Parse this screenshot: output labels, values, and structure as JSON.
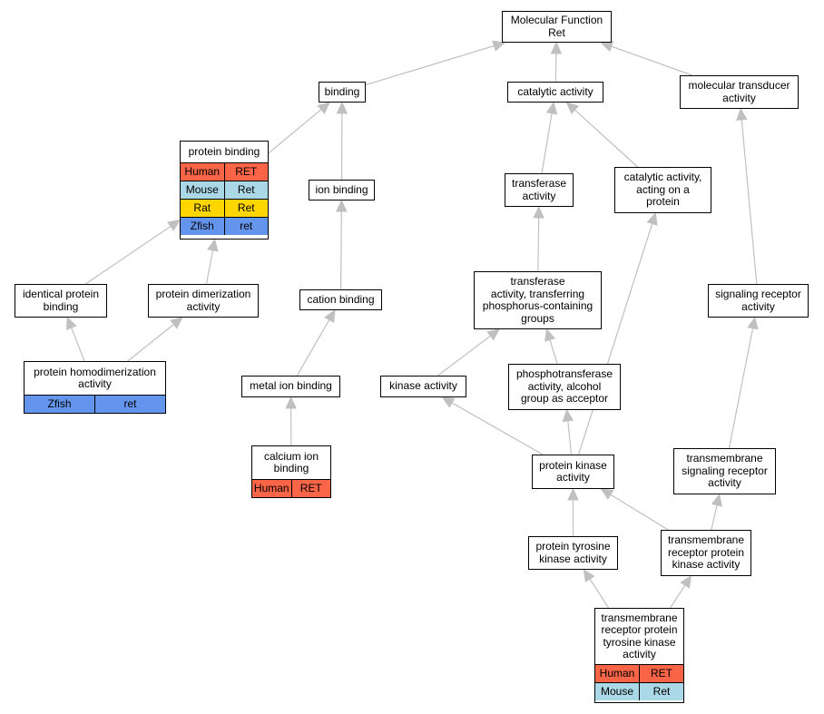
{
  "colors": {
    "edge": "#c0c0c0",
    "human": "#fa6447",
    "mouse": "#aad8e6",
    "rat": "#ffd600",
    "zfish": "#6495ed"
  },
  "nodes": {
    "mf": {
      "label": "Molecular Function\nRet"
    },
    "binding": {
      "label": "binding"
    },
    "catalytic": {
      "label": "catalytic activity"
    },
    "transducer": {
      "label": "molecular transducer\nactivity"
    },
    "protein_binding": {
      "label": "protein binding",
      "rows": [
        {
          "species": "Human",
          "gene": "RET",
          "color": "#fa6447"
        },
        {
          "species": "Mouse",
          "gene": "Ret",
          "color": "#aad8e6"
        },
        {
          "species": "Rat",
          "gene": "Ret",
          "color": "#ffd600"
        },
        {
          "species": "Zfish",
          "gene": "ret",
          "color": "#6495ed"
        }
      ]
    },
    "ion_binding": {
      "label": "ion binding"
    },
    "transferase": {
      "label": "transferase\nactivity"
    },
    "cat_protein": {
      "label": "catalytic activity,\nacting on a\nprotein"
    },
    "identical": {
      "label": "identical protein\nbinding"
    },
    "dimerization": {
      "label": "protein dimerization\nactivity"
    },
    "cation": {
      "label": "cation binding"
    },
    "transfer_phos": {
      "label": "transferase\nactivity, transferring\nphosphorus-containing\ngroups"
    },
    "sig_receptor": {
      "label": "signaling receptor\nactivity"
    },
    "homodimer": {
      "label": "protein homodimerization\nactivity",
      "rows": [
        {
          "species": "Zfish",
          "gene": "ret",
          "color": "#6495ed"
        }
      ]
    },
    "metal": {
      "label": "metal ion binding"
    },
    "kinase": {
      "label": "kinase activity"
    },
    "phosphotransferase": {
      "label": "phosphotransferase\nactivity, alcohol\ngroup as acceptor"
    },
    "calcium": {
      "label": "calcium ion\nbinding",
      "rows": [
        {
          "species": "Human",
          "gene": "RET",
          "color": "#fa6447"
        }
      ]
    },
    "protein_kinase": {
      "label": "protein kinase\nactivity"
    },
    "tm_sig_receptor": {
      "label": "transmembrane\nsignaling receptor\nactivity"
    },
    "ptk": {
      "label": "protein tyrosine\nkinase activity"
    },
    "tm_rpk": {
      "label": "transmembrane\nreceptor protein\nkinase activity"
    },
    "tm_rptk": {
      "label": "transmembrane\nreceptor protein\ntyrosine kinase\nactivity",
      "rows": [
        {
          "species": "Human",
          "gene": "RET",
          "color": "#fa6447"
        },
        {
          "species": "Mouse",
          "gene": "Ret",
          "color": "#aad8e6"
        }
      ]
    }
  },
  "edges": [
    {
      "from": "binding",
      "to": "mf"
    },
    {
      "from": "catalytic",
      "to": "mf"
    },
    {
      "from": "transducer",
      "to": "mf"
    },
    {
      "from": "protein_binding",
      "to": "binding"
    },
    {
      "from": "ion_binding",
      "to": "binding"
    },
    {
      "from": "transferase",
      "to": "catalytic"
    },
    {
      "from": "cat_protein",
      "to": "catalytic"
    },
    {
      "from": "identical",
      "to": "protein_binding"
    },
    {
      "from": "dimerization",
      "to": "protein_binding"
    },
    {
      "from": "cation",
      "to": "ion_binding"
    },
    {
      "from": "transfer_phos",
      "to": "transferase"
    },
    {
      "from": "sig_receptor",
      "to": "transducer"
    },
    {
      "from": "homodimer",
      "to": "identical"
    },
    {
      "from": "homodimer",
      "to": "dimerization"
    },
    {
      "from": "metal",
      "to": "cation"
    },
    {
      "from": "kinase",
      "to": "transfer_phos"
    },
    {
      "from": "phosphotransferase",
      "to": "transfer_phos"
    },
    {
      "from": "calcium",
      "to": "metal"
    },
    {
      "from": "protein_kinase",
      "to": "kinase"
    },
    {
      "from": "protein_kinase",
      "to": "phosphotransferase"
    },
    {
      "from": "protein_kinase",
      "to": "cat_protein"
    },
    {
      "from": "tm_sig_receptor",
      "to": "sig_receptor"
    },
    {
      "from": "ptk",
      "to": "protein_kinase"
    },
    {
      "from": "tm_rpk",
      "to": "protein_kinase"
    },
    {
      "from": "tm_rpk",
      "to": "tm_sig_receptor"
    },
    {
      "from": "tm_rptk",
      "to": "ptk"
    },
    {
      "from": "tm_rptk",
      "to": "tm_rpk"
    }
  ]
}
